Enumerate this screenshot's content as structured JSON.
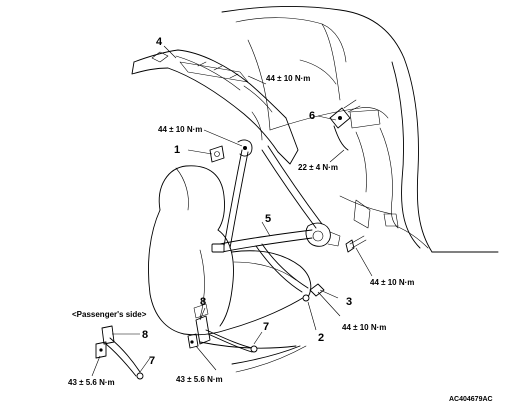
{
  "figure_id": "AC404679AC",
  "callouts": {
    "part1": "1",
    "part2": "2",
    "part3": "3",
    "part4": "4",
    "part5": "5",
    "part6": "6",
    "part7_main": "7",
    "part7_inset": "7",
    "part8_main": "8",
    "part8_inset": "8"
  },
  "torques": {
    "t_upper_trim": "44 ± 10 N·m",
    "t_shoulder_anchor": "44 ± 10 N·m",
    "t_pillar": "22 ± 4 N·m",
    "t_floor_rear": "44 ± 10 N·m",
    "t_floor_anchor": "44 ± 10 N·m",
    "t_buckle_main": "43 ± 5.6 N·m",
    "t_buckle_inset": "43 ± 5.6 N·m"
  },
  "inset_caption": "<Passenger's side>"
}
